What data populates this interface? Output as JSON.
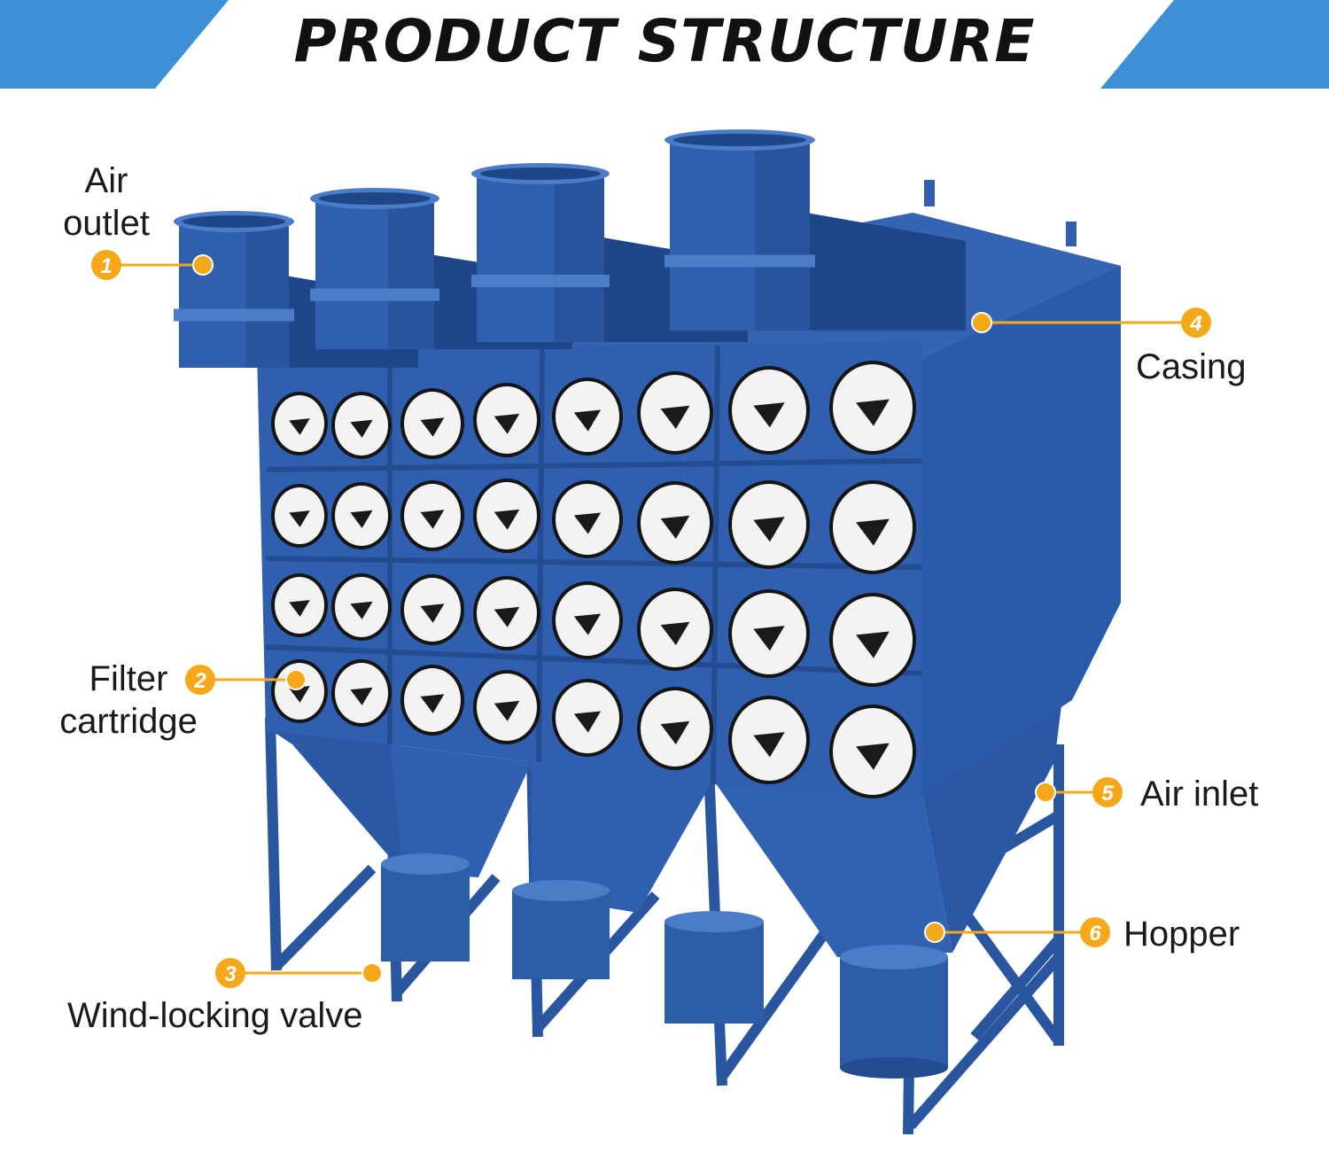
{
  "title": "PRODUCT STRUCTURE",
  "colors": {
    "banner_blue": "#3d8fd6",
    "machine_blue": "#2f5fae",
    "machine_dark": "#1f4688",
    "machine_light": "#4a7cc8",
    "callout_orange": "#f5a91a",
    "filter_face": "#f3f3f1"
  },
  "callouts": [
    {
      "number": "1",
      "label_lines": [
        "Air",
        "outlet"
      ]
    },
    {
      "number": "2",
      "label_lines": [
        "Filter",
        "cartridge"
      ]
    },
    {
      "number": "3",
      "label_lines": [
        "Wind-locking valve"
      ]
    },
    {
      "number": "4",
      "label_lines": [
        "Casing"
      ]
    },
    {
      "number": "5",
      "label_lines": [
        "Air inlet"
      ]
    },
    {
      "number": "6",
      "label_lines": [
        "Hopper"
      ]
    }
  ],
  "machine": {
    "modules": 4,
    "filter_rows": 4,
    "filters_per_module_row": 2
  }
}
